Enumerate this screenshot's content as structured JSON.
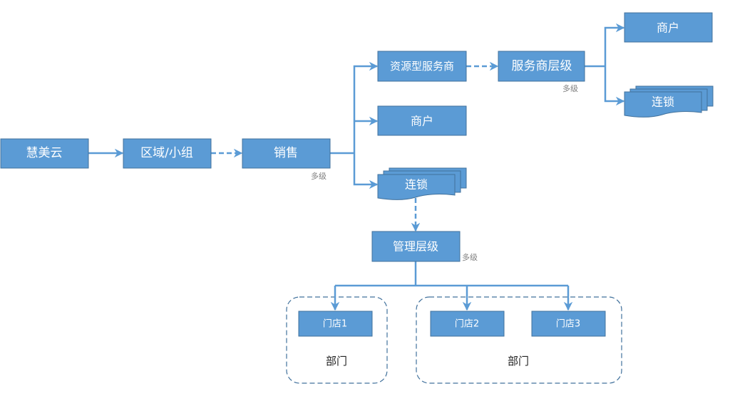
{
  "diagram": {
    "type": "hierarchy-flowchart",
    "colors": {
      "node_fill": "#5b9bd5",
      "node_stroke": "#41719c",
      "connector": "#5b9bd5",
      "group_border": "#41719c",
      "note_text": "#7f7f7f",
      "label_text": "#222222"
    },
    "nodes": {
      "huimeiyun": "慧美云",
      "region_group": "区域/小组",
      "sales": "销售",
      "resource_provider": "资源型服务商",
      "merchant_mid": "商户",
      "chain_mid": "连锁",
      "provider_levels": "服务商层级",
      "merchant_top": "商户",
      "chain_top": "连锁",
      "management_levels": "管理层级",
      "store1": "门店1",
      "store2": "门店2",
      "store3": "门店3"
    },
    "notes": {
      "sales_multi": "多级",
      "provider_multi": "多级",
      "management_multi": "多级"
    },
    "groups": {
      "dept_a": "部门",
      "dept_b": "部门"
    },
    "edges": [
      {
        "from": "huimeiyun",
        "to": "region_group",
        "style": "solid"
      },
      {
        "from": "region_group",
        "to": "sales",
        "style": "dashed"
      },
      {
        "from": "sales",
        "to": "resource_provider",
        "style": "solid"
      },
      {
        "from": "sales",
        "to": "merchant_mid",
        "style": "solid"
      },
      {
        "from": "sales",
        "to": "chain_mid",
        "style": "solid"
      },
      {
        "from": "resource_provider",
        "to": "provider_levels",
        "style": "dashed"
      },
      {
        "from": "provider_levels",
        "to": "merchant_top",
        "style": "solid"
      },
      {
        "from": "provider_levels",
        "to": "chain_top",
        "style": "solid"
      },
      {
        "from": "chain_mid",
        "to": "management_levels",
        "style": "dashed"
      },
      {
        "from": "management_levels",
        "to": "store1",
        "style": "solid"
      },
      {
        "from": "management_levels",
        "to": "store2",
        "style": "solid"
      },
      {
        "from": "management_levels",
        "to": "store3",
        "style": "solid"
      }
    ]
  }
}
